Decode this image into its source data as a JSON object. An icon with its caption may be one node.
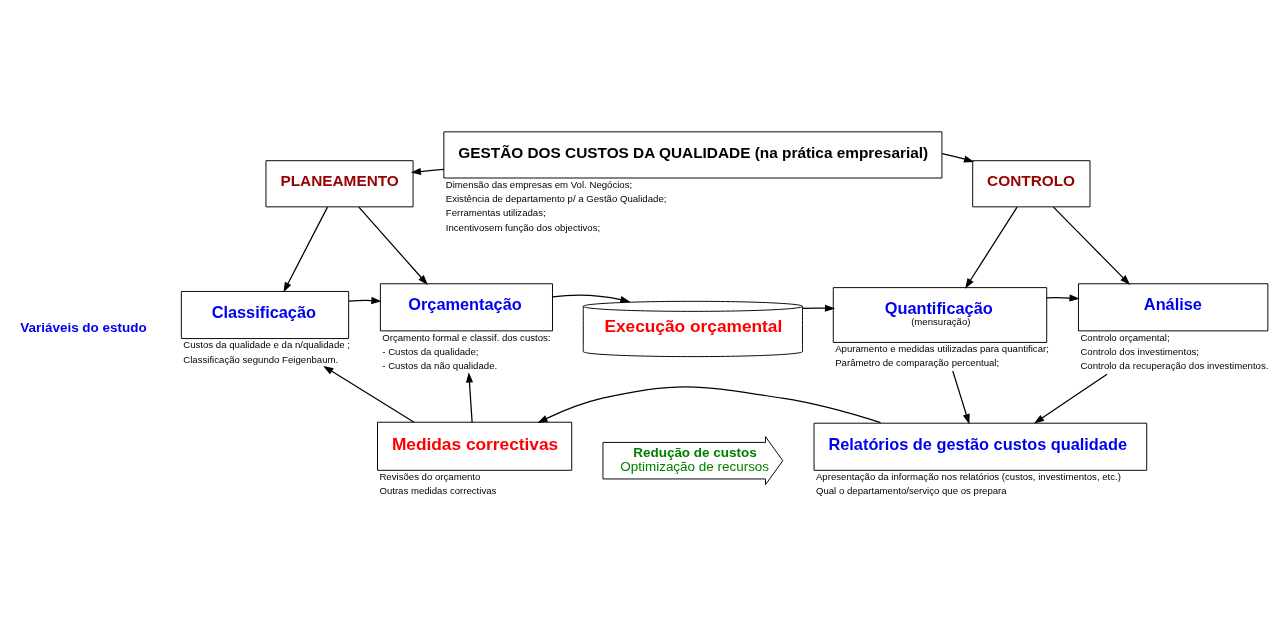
{
  "diagram": {
    "nodes": [
      {
        "text": [
          "PLANEAMENTO"
        ]
      },
      {
        "text": [
          "GESTÃO DOS CUSTOS DA QUALIDADE (na prática empresarial)"
        ],
        "beside": [
          "Dimensão das empresas em Vol. Negócios;",
          "Existência de departamento p/ a Gestão Qualidade;",
          "Ferramentas utilizadas;",
          "Incentivosem função dos objectivos;"
        ]
      },
      {
        "text": [
          "CONTROLO"
        ]
      },
      {
        "text": [
          "Classificação"
        ],
        "beside": [
          "Custos da qualidade e da n/qualidade ;",
          "Classificação segundo Feigenbaum."
        ]
      },
      {
        "text": [
          "Orçamentação"
        ],
        "beside": [
          "Orçamento formal e classif. dos custos:",
          "- Custos da qualidade;",
          "- Custos da não qualidade."
        ]
      },
      {
        "text": [
          "Execução orçamental"
        ]
      },
      {
        "text": [
          "Quantificação",
          "(mensuração)"
        ],
        "beside": [
          "Apuramento e medidas utilizadas para quantificar;",
          "Parâmetro de comparação percentual;"
        ]
      },
      {
        "text": [
          "Análise"
        ],
        "beside": [
          "Controlo orçamental;",
          "Controlo dos investimentos;",
          "Controlo da recuperação dos investimentos."
        ]
      },
      {
        "text": [
          "Medidas correctivas"
        ],
        "beside": [
          "Revisões do orçamento",
          "Outras medidas correctivas"
        ]
      },
      {
        "text": [
          "Redução de custos",
          "Optimização de recursos"
        ]
      },
      {
        "text": [
          "Relatórios de gestão custos qualidade"
        ],
        "beside": [
          "Apresentação da informação nos relatórios (custos, investimentos, etc.)",
          "Qual o departamento/serviço que os prepara"
        ]
      }
    ],
    "edges": [
      {
        "from": 1,
        "to": 0,
        "arrow": "to"
      },
      {
        "from": 1,
        "to": 2,
        "arrow": "to"
      },
      {
        "from": 0,
        "to": 3,
        "arrow": "to"
      },
      {
        "from": 0,
        "to": 4,
        "arrow": "to"
      },
      {
        "from": 2,
        "to": 6,
        "arrow": "to"
      },
      {
        "from": 2,
        "to": 7,
        "arrow": "to"
      },
      {
        "from": 3,
        "to": 4,
        "arrow": "to"
      },
      {
        "from": 4,
        "to": 5,
        "arrow": "to"
      },
      {
        "from": 5,
        "to": 6,
        "arrow": "to"
      },
      {
        "from": 6,
        "to": 7,
        "arrow": "to"
      },
      {
        "from": 8,
        "to": 3,
        "arrow": "to"
      },
      {
        "from": 8,
        "to": 4,
        "arrow": "to"
      },
      {
        "from": 6,
        "to": 10,
        "arrow": "to"
      },
      {
        "from": 7,
        "to": 10,
        "arrow": "to"
      },
      {
        "from": 10,
        "to": 8,
        "arrow": "to"
      }
    ],
    "labels": [
      "Variáveis do estudo"
    ]
  }
}
